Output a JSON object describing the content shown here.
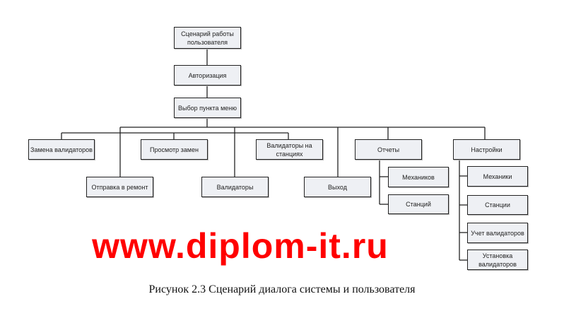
{
  "diagram": {
    "root": "Сценарий работы пользователя",
    "auth": "Авторизация",
    "menu": "Выбор пункта меню",
    "items": {
      "replace": "Замена валидаторов",
      "view": "Просмотр замен",
      "on_stations": "Валидаторы на станциях",
      "reports": "Отчеты",
      "settings": "Настройки",
      "repair": "Отправка в ремонт",
      "validators": "Валидаторы",
      "exit": "Выход"
    },
    "reports_sub": [
      "Механиков",
      "Станций"
    ],
    "settings_sub": [
      "Механики",
      "Станции",
      "Учет валидаторов",
      "Установка валидаторов"
    ]
  },
  "caption": "Рисунок 2.3 Сценарий диалога системы и пользователя",
  "watermark": "www.diplom-it.ru",
  "colors": {
    "watermark": "#ff0000",
    "box_fill": "#eef0f4"
  }
}
